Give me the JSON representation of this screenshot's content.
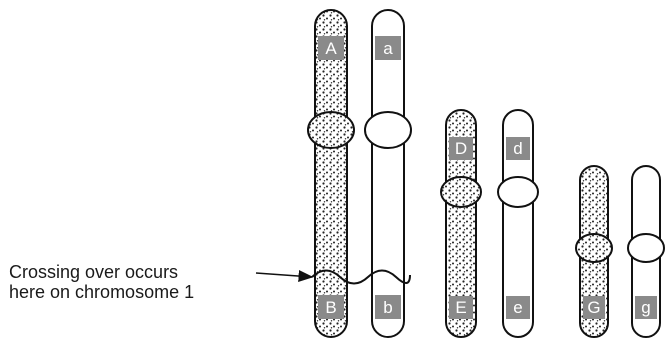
{
  "caption": {
    "line1": "Crossing over occurs",
    "line2": "here on chromosome 1"
  },
  "chromosome_pairs": [
    {
      "pair": 1,
      "dotted_top_gene": "A",
      "plain_top_gene": "a",
      "dotted_bottom_gene": "B",
      "plain_bottom_gene": "b"
    },
    {
      "pair": 2,
      "dotted_top_gene": "D",
      "plain_top_gene": "d",
      "dotted_bottom_gene": "E",
      "plain_bottom_gene": "e"
    },
    {
      "pair": 3,
      "dotted_bottom_gene": "G",
      "plain_bottom_gene": "g"
    }
  ],
  "colors": {
    "outline": "#111111",
    "gene_band": "#8a8a8a",
    "gene_text": "#ffffff",
    "stipple": "#222222"
  }
}
